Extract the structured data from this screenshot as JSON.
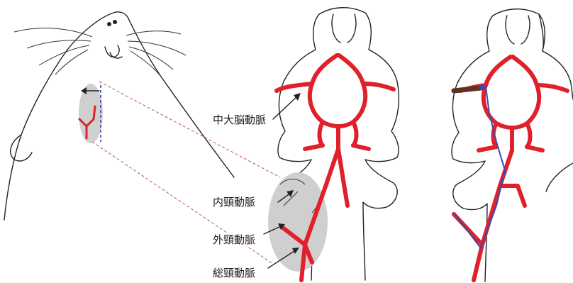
{
  "labels": {
    "mca": "中大脳動脈",
    "ica": "内頸動脈",
    "eca": "外頸動脈",
    "cca": "総頸動脈"
  },
  "colors": {
    "artery": "#e0202a",
    "highlight": "#cfcfcf",
    "suture": "#3a4bb0",
    "occlusion": "#5a3322",
    "line": "#222222"
  }
}
